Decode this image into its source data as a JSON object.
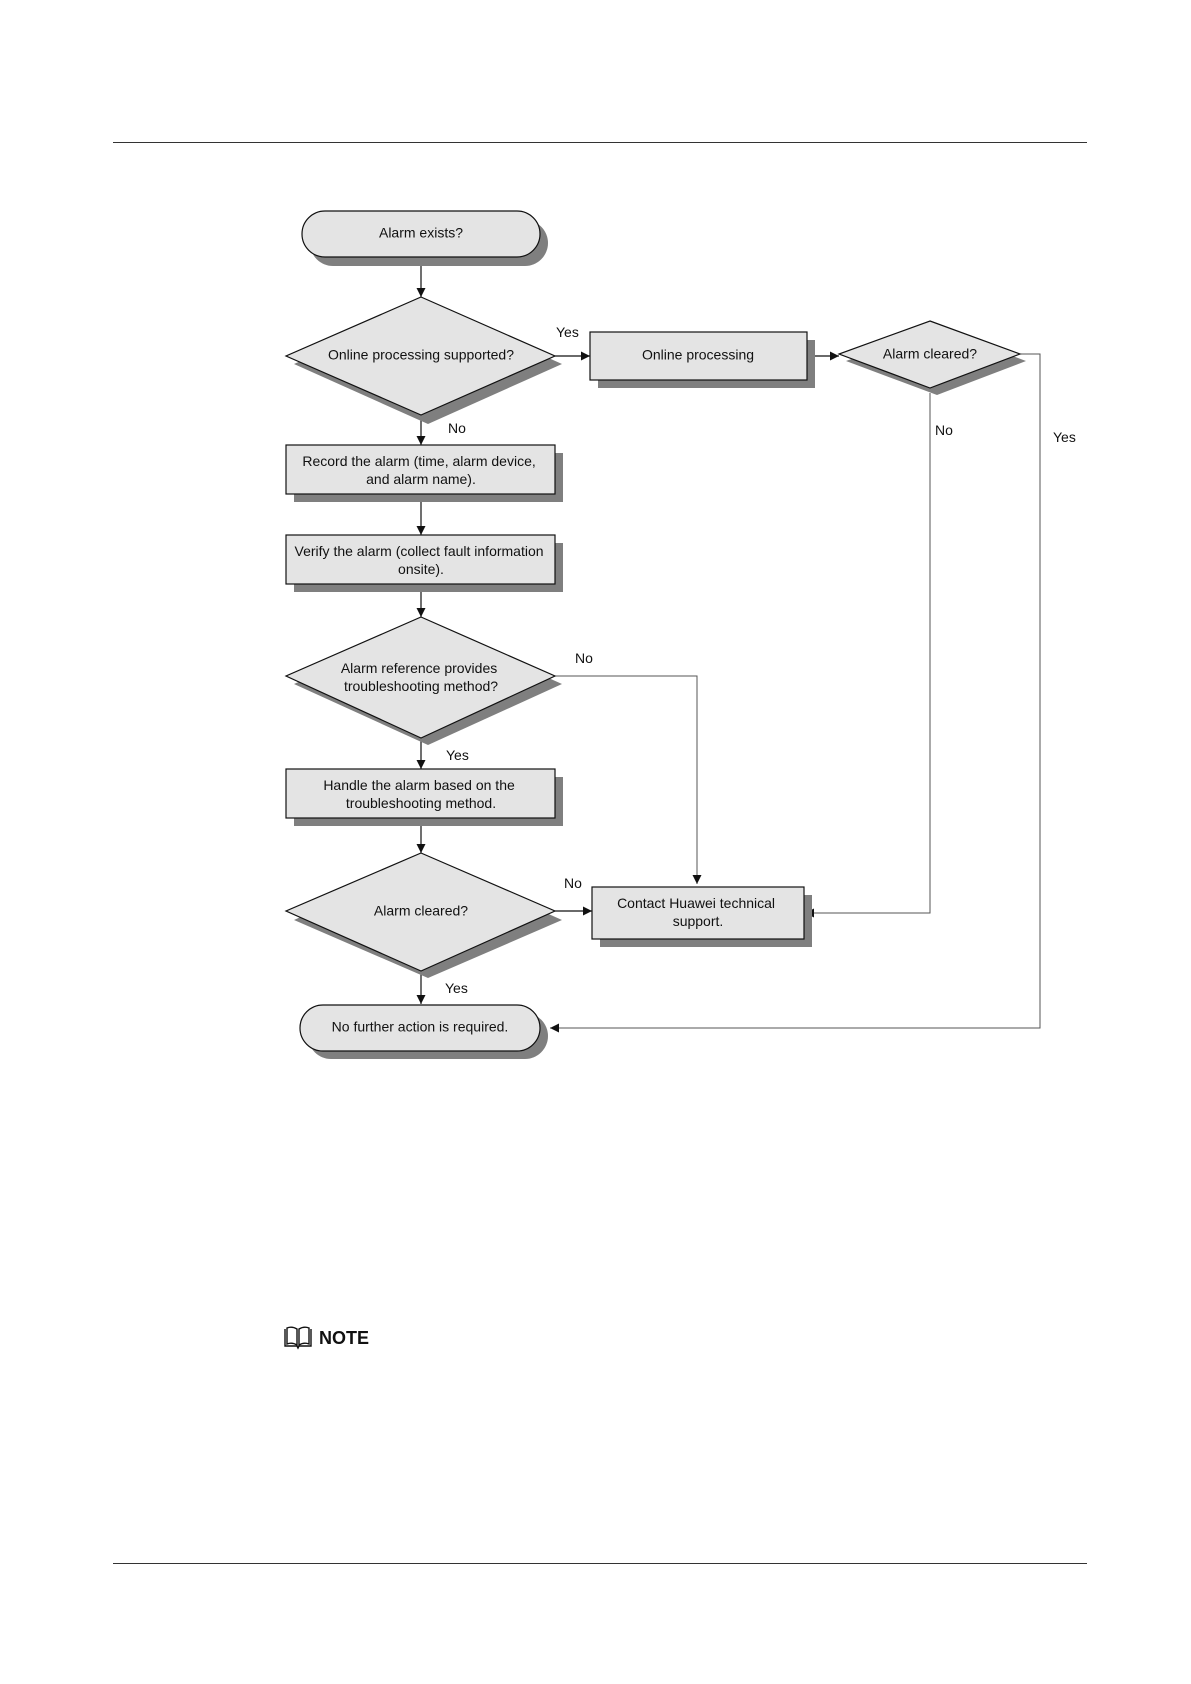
{
  "flowchart": {
    "colors": {
      "shape_fill": "#e4e4e4",
      "shadow": "#7f7f7f",
      "line": "#111111",
      "connector": "#555555"
    },
    "nodes": {
      "start": "Alarm exists?",
      "online_supported": "Online processing supported?",
      "online_processing": "Online processing",
      "online_cleared": "Alarm cleared?",
      "record": [
        "Record the alarm (time, alarm device,",
        "and alarm name)."
      ],
      "verify": [
        "Verify the alarm (collect fault information",
        "onsite)."
      ],
      "reference": [
        "Alarm reference provides",
        "troubleshooting method?"
      ],
      "handle": [
        "Handle the alarm based on the",
        "troubleshooting method."
      ],
      "cleared": "Alarm cleared?",
      "contact": [
        "Contact Huawei technical",
        "support."
      ],
      "end": "No further action is required."
    },
    "edge_labels": {
      "online_yes": "Yes",
      "online_no": "No",
      "online_cleared_no": "No",
      "online_cleared_yes": "Yes",
      "reference_no": "No",
      "reference_yes": "Yes",
      "cleared_no": "No",
      "cleared_yes": "Yes"
    }
  },
  "note": {
    "label": "NOTE",
    "icon": "book-icon"
  }
}
